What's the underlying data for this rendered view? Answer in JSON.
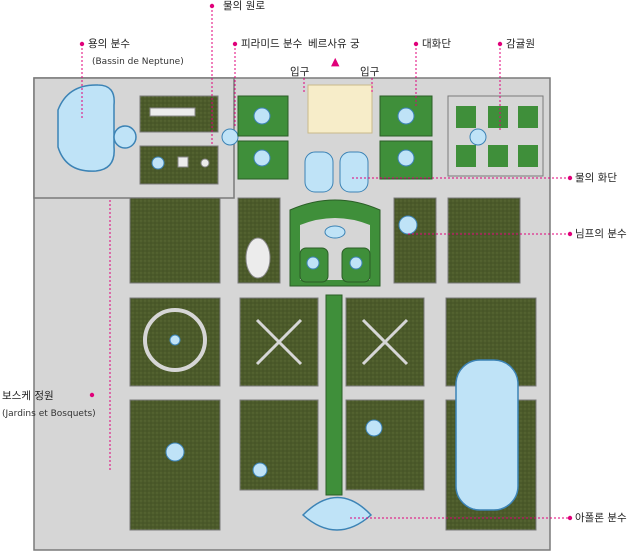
{
  "labels": {
    "neptune": "용의 분수",
    "neptune_sub": "(Bassin de Neptune)",
    "water_walk": "물의 원로",
    "pyramid": "피라미드 분수",
    "palace": "베르사유 궁",
    "entrance_left": "입구",
    "entrance_right": "입구",
    "grand_parterre": "대화단",
    "orangerie": "감귤원",
    "water_parterre": "물의 화단",
    "nymph": "님프의 분수",
    "bosquets": "보스케 정원",
    "bosquets_sub": "(Jardins et Bosquets)",
    "apollo": "아폴론 분수"
  },
  "colors": {
    "path": "#d6d6d6",
    "outline": "#7a7a7a",
    "lawn": "#4b5a2a",
    "hedge": "#3f8f3a",
    "water": "#bfe3f7",
    "water_stroke": "#3c83b5",
    "leader": "#e0007a",
    "palace": "#f7edc9"
  }
}
